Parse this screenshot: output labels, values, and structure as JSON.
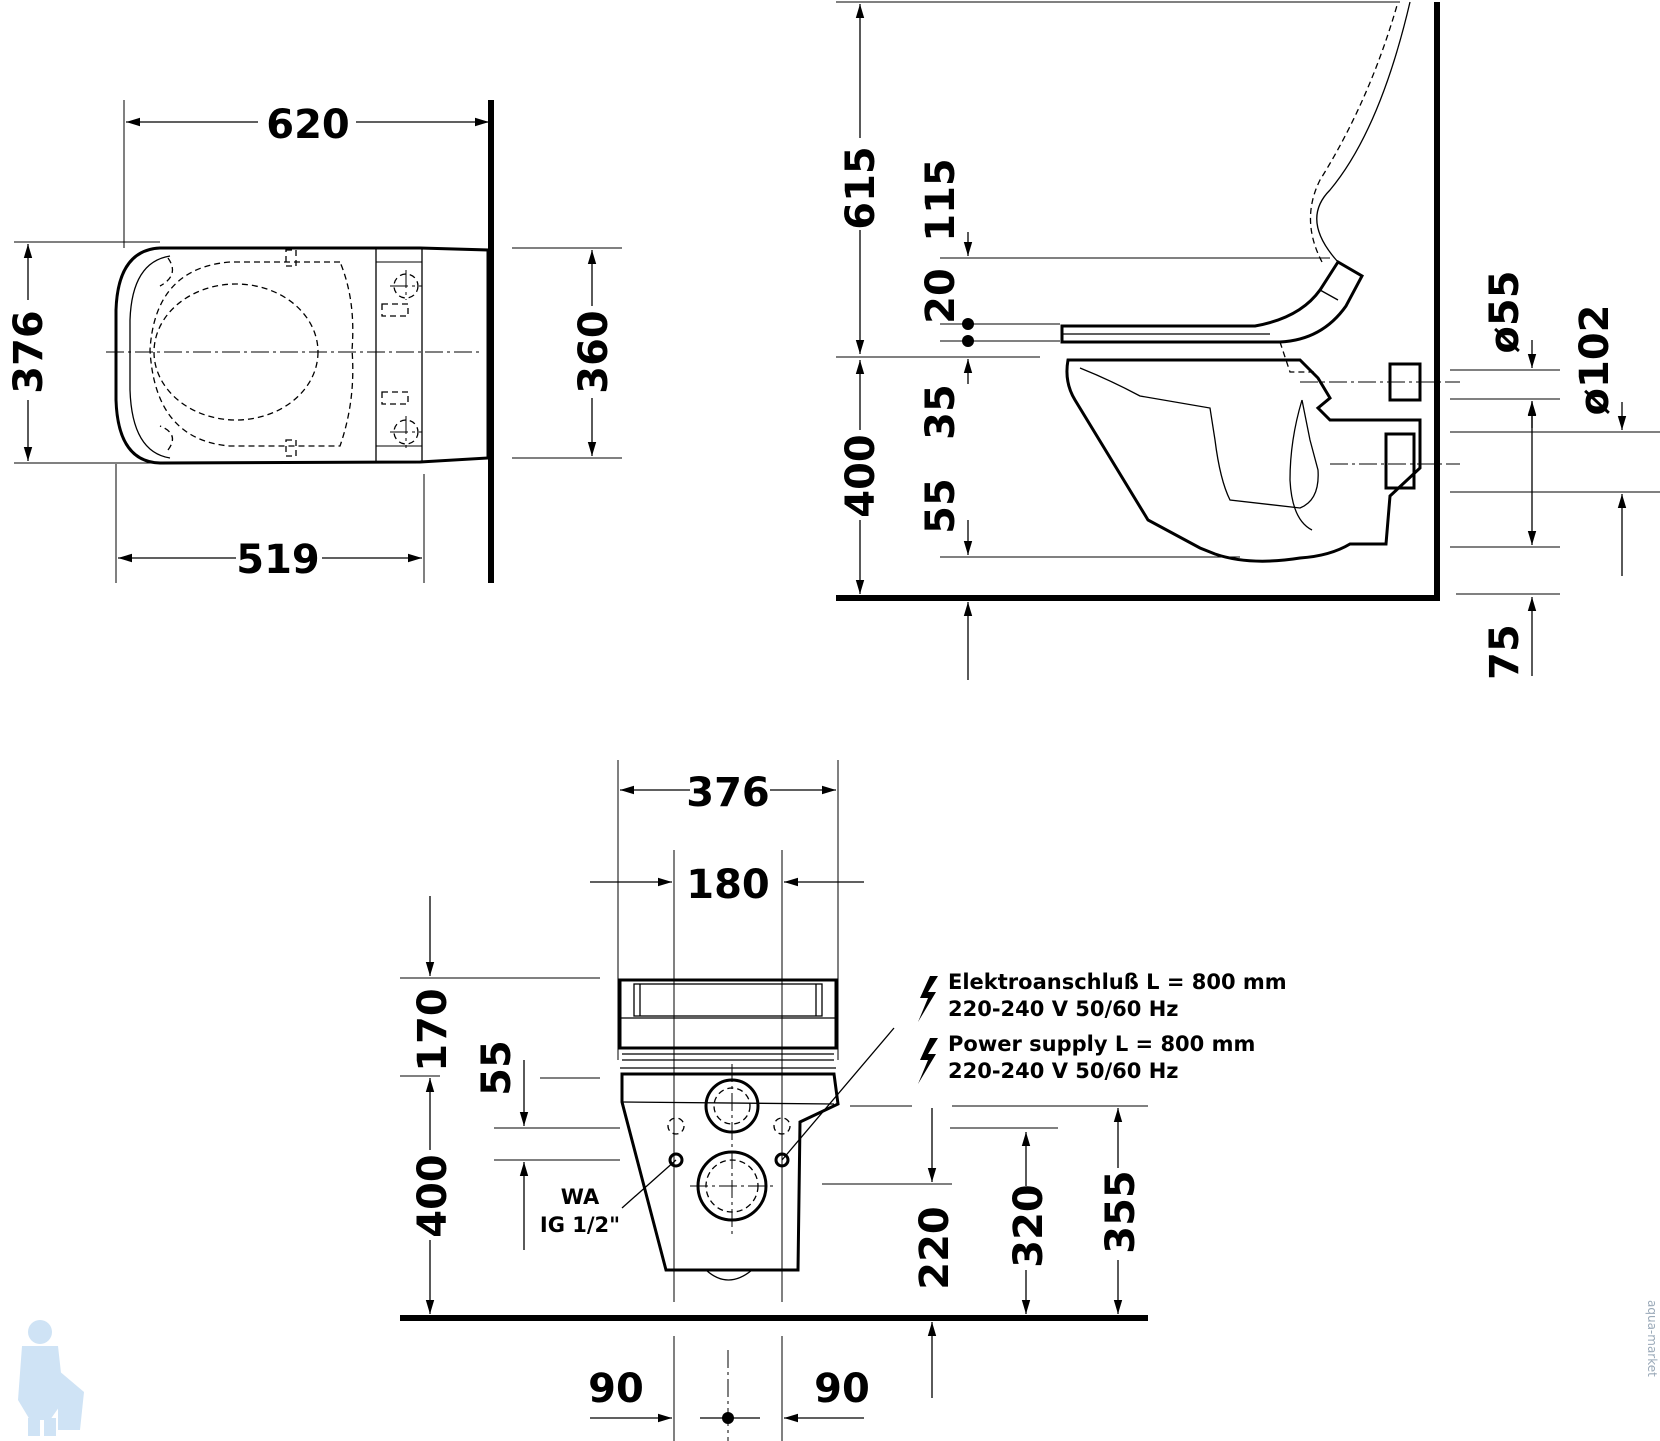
{
  "top_view": {
    "width_620": "620",
    "depth_376": "376",
    "inner_360": "360",
    "width_519": "519"
  },
  "side_view": {
    "h_615": "615",
    "h_115": "115",
    "h_20": "20",
    "h_35": "35",
    "h_400": "400",
    "h_55": "55",
    "d_55": "ø55",
    "d_102": "ø102",
    "h_75": "75"
  },
  "front_view": {
    "w_376": "376",
    "w_180": "180",
    "h_170": "170",
    "h_55": "55",
    "h_400": "400",
    "h_220": "220",
    "h_320": "320",
    "h_355": "355",
    "off_90_left": "90",
    "off_90_right": "90",
    "wa_line1": "WA",
    "wa_line2": "IG 1/2\"",
    "power_de_line1": "Elektroanschluß L = 800 mm",
    "power_de_line2": "220-240 V  50/60 Hz",
    "power_en_line1": "Power supply L = 800 mm",
    "power_en_line2": "220-240 V  50/60 Hz",
    "lightning_icon": "lightning-bolt-icon"
  },
  "watermark_side": "aqua-market"
}
